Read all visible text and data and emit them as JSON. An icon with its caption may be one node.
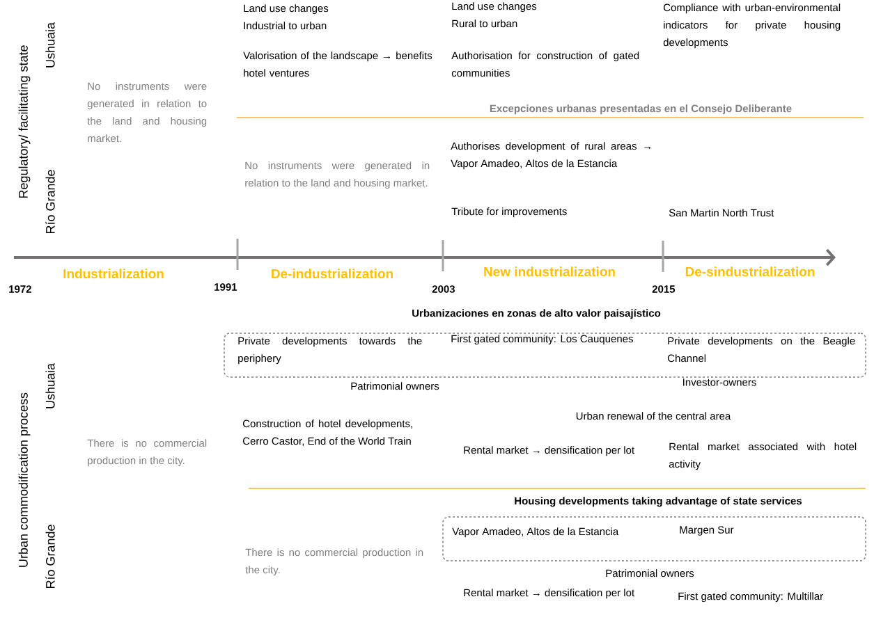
{
  "diagram": {
    "nodes": [
      {
        "text": [
          "Urbanizaciones en zonas de alto valor paisajístico",
          "Private developments towards the periphery",
          "First gated community: Los Cauquenes",
          "Private developments on the Beagle Channel"
        ]
      },
      {
        "text": [
          "Housing developments taking advantage of state services",
          "Vapor Amadeo, Altos de la Estancia",
          "Margen Sur"
        ]
      }
    ],
    "edges": [],
    "labels": [
      "Regulatory/ facilitating state",
      "Ushuaia",
      "Río Grande",
      "No instruments were generated in relation to the land and housing market.",
      "Land use changes",
      "Industrial to urban",
      "Valorisation of the landscape → benefits hotel ventures",
      "Land use changes",
      "Rural to urban",
      "Authorisation for construction of gated communities",
      "Compliance with urban-environmental indicators for private housing developments",
      "Excepciones urbanas presentadas en el Consejo Deliberante",
      "No instruments were generated in relation to the land and housing market.",
      "Authorises development of rural areas → Vapor Amadeo, Altos de la Estancia",
      "Tribute for improvements",
      "San Martin North Trust",
      "1972",
      "Industrialization",
      "1991",
      "De-industrialization",
      "2003",
      "New industrialization",
      "2015",
      "De-sindustrialization",
      "Urban commodification process",
      "Ushuaia",
      "Río Grande",
      "Patrimonial owners",
      "Investor-owners",
      "There is no commercial production in the city.",
      "Construction of hotel developments, Cerro Castor, End of the World Train",
      "Urban renewal of the central area",
      "Rental market → densification per lot",
      "Rental market associated with hotel activity",
      "There is no commercial production in the city.",
      "Patrimonial owners",
      "Rental market → densification per lot",
      "First gated community: Multillar"
    ]
  }
}
